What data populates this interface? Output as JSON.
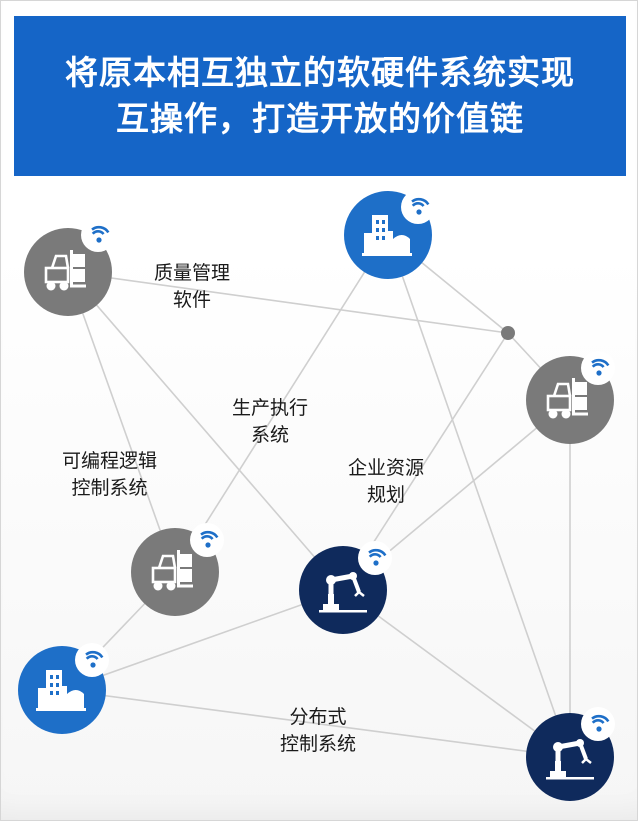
{
  "title": {
    "line1": "将原本相互独立的软硬件系统实现",
    "line2": "互操作，打造开放的价值链"
  },
  "labels": {
    "quality": [
      "质量管理",
      "软件"
    ],
    "mes": [
      "生产执行",
      "系统"
    ],
    "plc": [
      "可编程逻辑",
      "控制系统"
    ],
    "erp": [
      "企业资源",
      "规划"
    ],
    "dcs": [
      "分布式",
      "控制系统"
    ]
  },
  "colors": {
    "banner": "#1565c7",
    "blue_node": "#1e6fc8",
    "gray_node": "#7a7a7a",
    "navy_node": "#0f2a5c",
    "line": "#cfcfcf",
    "wifi": "#1e6fc8"
  },
  "icons": {
    "forklift": "forklift-icon",
    "factory": "factory-icon",
    "robot_arm": "robot-arm-icon",
    "wifi": "wifi-icon"
  }
}
